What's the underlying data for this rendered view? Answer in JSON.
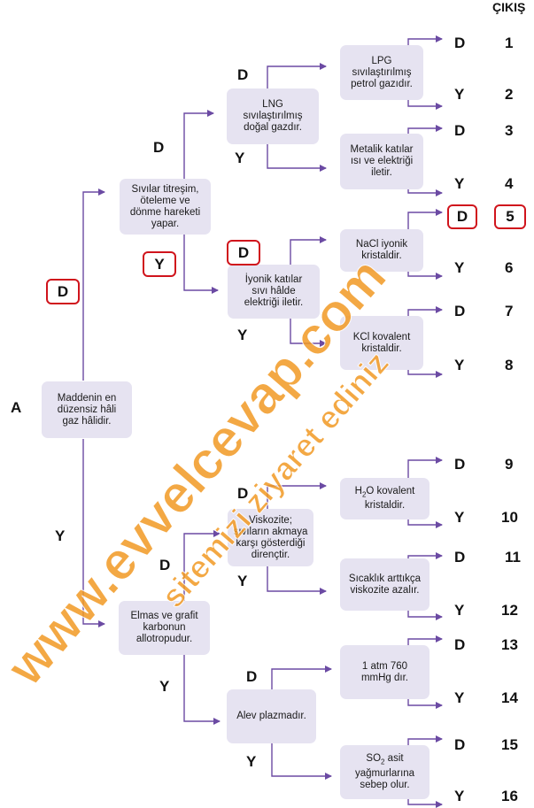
{
  "header": {
    "output_label": "ÇIKIŞ"
  },
  "root_label": "A",
  "nodes": {
    "gas": "Maddenin en\ndüzensiz hâli\ngaz hâlidir.",
    "vib": "Sıvılar titreşim,\nöteleme ve\ndönme hareketi\nyapar.",
    "lng": "LNG\nsıvılaştırılmış\ndoğal gazdır.",
    "lpg": "LPG\nsıvılaştırılmış\npetrol gazıdır.",
    "metal": "Metalik katılar\nısı ve elektriği\niletir.",
    "ionic": "İyonik katılar\nsıvı hâlde\nelektriği iletir.",
    "nacl": "NaCl iyonik\nkristaldir.",
    "kcl": "KCl kovalent\nkristaldir.",
    "graphite": "Elmas ve grafit\nkarbonun\nallotropudur.",
    "visc": "Viskozite;\nsıvıların akmaya\nkarşı gösterdiği\ndirençtir.",
    "h2o_a": "H",
    "h2o_sub": "2",
    "h2o_b": "O kovalent\nkristaldir.",
    "temp": "Sıcaklık arttıkça\nviskozite azalır.",
    "plasma": "Alev plazmadır.",
    "atm": "1 atm 760\nmmHg dır.",
    "so2_a": "SO",
    "so2_sub": "2",
    "so2_b": " asit\nyağmurlarına\nsebep olur."
  },
  "labels": {
    "true": "D",
    "false": "Y"
  },
  "outputs": [
    "1",
    "2",
    "3",
    "4",
    "5",
    "6",
    "7",
    "8",
    "9",
    "10",
    "11",
    "12",
    "13",
    "14",
    "15",
    "16"
  ],
  "watermark": {
    "line1": "www.evvelcevap.com",
    "line2": "sitemizi ziyaret ediniz"
  },
  "colors": {
    "line": "#6b4aa3",
    "node": "#e6e3f1",
    "highlight": "#d0141c",
    "watermark": "#f29a24"
  }
}
